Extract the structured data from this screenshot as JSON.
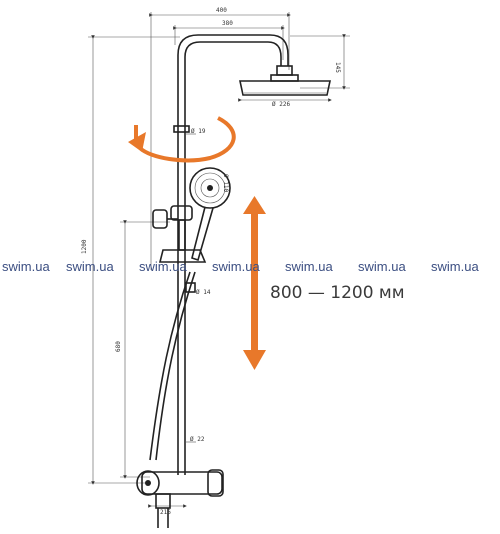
{
  "dimensions": {
    "total_width": "400",
    "reach": "380",
    "head_height": "145",
    "head_diameter": "Ø 226",
    "rail_diameter": "Ø 19",
    "hand_shower_diameter": "Ø 110",
    "total_height": "1200",
    "holder_height": "680",
    "hose_diameter": "Ø 14",
    "bottom_pipe": "Ø 22",
    "mixer_depth": "216"
  },
  "watermark": {
    "items": [
      "swim.ua",
      "swim.ua",
      "swim.ua",
      "swim.ua",
      "swim.ua",
      "swim.ua",
      "swim.ua"
    ]
  },
  "adjustment": {
    "range_label": "800 — 1200 мм"
  },
  "colors": {
    "arrow": "#e8782a",
    "line": "#222222",
    "watermark": "#3c4f82"
  }
}
